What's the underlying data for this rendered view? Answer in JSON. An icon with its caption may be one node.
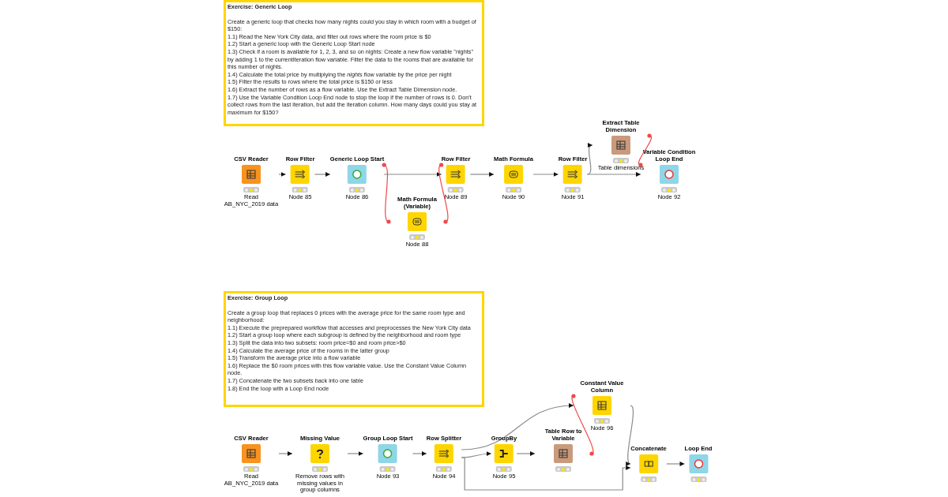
{
  "diagram": {
    "nodes": [
      {
        "text": [
          "Exercise: Generic Loop",
          "Create a generic loop that checks how many nights could you stay in which room with a budget of $150:",
          "1.1) Read the New York City data, and filter out rows where the room price is $0",
          "1.2) Start a generic loop with the Generic Loop Start node",
          "1.3) Check if a room is available for 1, 2, 3, and so on nights: Create a new flow variable \"nights\" by adding 1 to the currentIteration flow variable. Filter the data to the rooms that are available for this number of nights.",
          "1.4) Calculate the total price by multiplying the *nights* flow variable by the price per night",
          "1.5) Filter the results to rows where the total price is $150 or less",
          "1.6) Extract the number of rows as a flow variable. Use the Extract Table Dimension node.",
          "1.7) Use the Variable Condition Loop End node to stop the loop if the number of rows is 0. Don't collect rows from the last iteration, but add the iteration column. How many days could you stay at maximum for $150?"
        ]
      },
      {
        "text": [
          "CSV Reader",
          "Read AB_NYC_2019 data"
        ]
      },
      {
        "text": [
          "Row Filter",
          "Node 85"
        ]
      },
      {
        "text": [
          "Generic Loop Start",
          "Node 86"
        ]
      },
      {
        "text": [
          "Math Formula (Variable)",
          "Node 88"
        ]
      },
      {
        "text": [
          "Row Filter",
          "Node 89"
        ]
      },
      {
        "text": [
          "Math Formula",
          "Node 90"
        ]
      },
      {
        "text": [
          "Row Filter",
          "Node 91"
        ]
      },
      {
        "text": [
          "Extract Table Dimension",
          "Table dimensions"
        ]
      },
      {
        "text": [
          "Variable Condition Loop End",
          "Node 92"
        ]
      },
      {
        "text": [
          "Exercise: Group Loop",
          "Create a group loop that replaces 0 prices with the average price for the same room type and neighborhood:",
          "1.1) Execute the preprepared workflow that accesses and preprocesses the New York City data",
          "1.2) Start a group loop where each subgroup is defined by the neighborhood and room type",
          "1.3) Split the data into two subsets: room price=$0 and room price>$0",
          "1.4) Calculate the average price of the rooms in the latter group",
          "1.5) Transform the average price into a flow variable",
          "1.6) Replace the $0 room prices with this flow variable value. Use the Constant Value Column node.",
          "1.7) Concatenate the two subsets back into one table",
          "1.8) End the loop with a Loop End node"
        ]
      },
      {
        "text": [
          "CSV Reader",
          "Read AB_NYC_2019 data"
        ]
      },
      {
        "text": [
          "Missing Value",
          "Remove rows with missing values in group columns"
        ]
      },
      {
        "text": [
          "Group Loop Start",
          "Node 93"
        ]
      },
      {
        "text": [
          "Row Splitter",
          "Node 94"
        ]
      },
      {
        "text": [
          "GroupBy",
          "Node 95"
        ]
      },
      {
        "text": [
          "Table Row to Variable"
        ]
      },
      {
        "text": [
          "Constant Value Column",
          "Node 96"
        ]
      },
      {
        "text": [
          "Concatenate"
        ]
      },
      {
        "text": [
          "Loop End"
        ]
      }
    ],
    "edges": [
      {
        "from": 1,
        "to": 2,
        "arrow": "to"
      },
      {
        "from": 2,
        "to": 3,
        "arrow": "to"
      },
      {
        "from": 3,
        "to": 5,
        "arrow": "to"
      },
      {
        "from": 3,
        "to": 4,
        "arrow": "other",
        "color": "#f04848"
      },
      {
        "from": 4,
        "to": 5,
        "arrow": "other",
        "color": "#f04848"
      },
      {
        "from": 5,
        "to": 6,
        "arrow": "to"
      },
      {
        "from": 6,
        "to": 7,
        "arrow": "to"
      },
      {
        "from": 7,
        "to": 8,
        "arrow": "to"
      },
      {
        "from": 7,
        "to": 9,
        "arrow": "to"
      },
      {
        "from": 8,
        "to": 9,
        "arrow": "other",
        "color": "#f04848"
      },
      {
        "from": 11,
        "to": 12,
        "arrow": "to"
      },
      {
        "from": 12,
        "to": 13,
        "arrow": "to"
      },
      {
        "from": 13,
        "to": 14,
        "arrow": "to"
      },
      {
        "from": 14,
        "to": 17,
        "arrow": "to"
      },
      {
        "from": 14,
        "to": 15,
        "arrow": "to"
      },
      {
        "from": 15,
        "to": 16,
        "arrow": "to"
      },
      {
        "from": 16,
        "to": 17,
        "arrow": "other",
        "color": "#f04848"
      },
      {
        "from": 17,
        "to": 18,
        "arrow": "to"
      },
      {
        "from": 14,
        "to": 18,
        "arrow": "to"
      },
      {
        "from": 18,
        "to": 19,
        "arrow": "to"
      }
    ]
  }
}
